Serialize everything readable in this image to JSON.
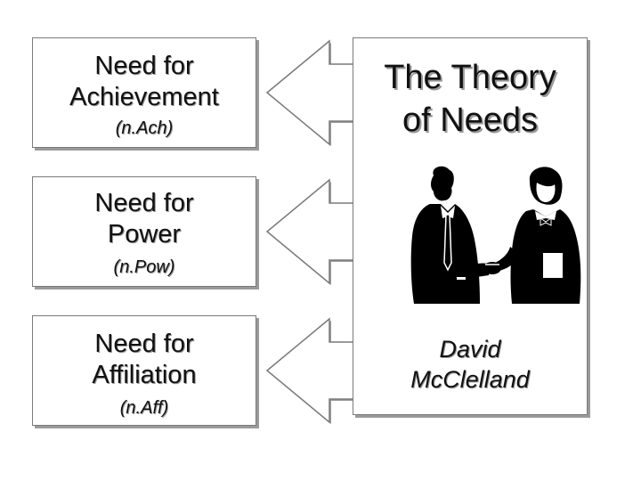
{
  "needs": [
    {
      "title": "Need for\nAchievement",
      "abbr": "(n.Ach)"
    },
    {
      "title": "Need for\nPower",
      "abbr": "(n.Pow)"
    },
    {
      "title": "Need for\nAffiliation",
      "abbr": "(n.Aff)"
    }
  ],
  "theory": {
    "title": "The Theory\nof Needs",
    "author": "David\nMcClelland",
    "illustration_icon": "handshake-icon"
  },
  "colors": {
    "border": "#7a7a7a",
    "shadow": "#9a9a9a",
    "text": "#111111",
    "silhouette": "#000000"
  }
}
